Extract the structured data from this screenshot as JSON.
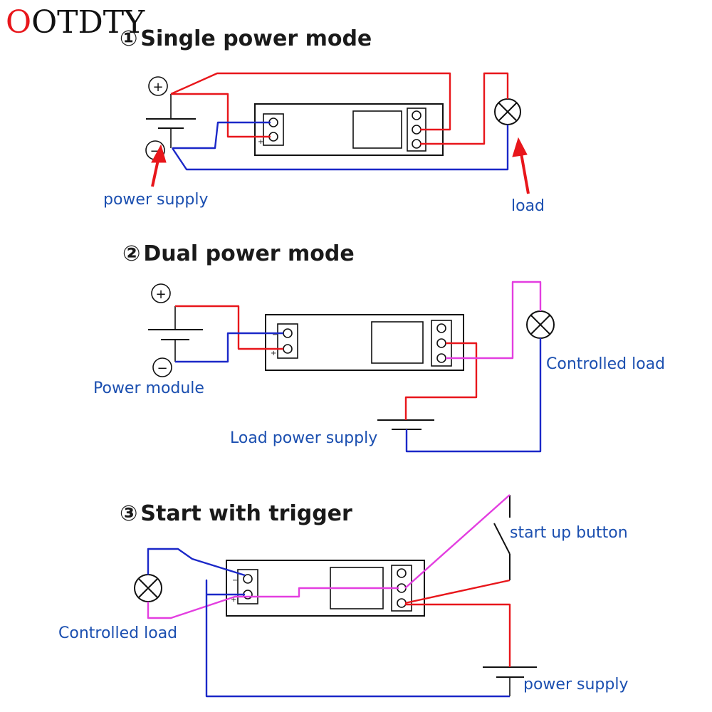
{
  "brand": {
    "first_letter": "O",
    "rest": "OTDTY",
    "first_color": "#e8161b",
    "rest_color": "#111111"
  },
  "sections": [
    {
      "number": "①",
      "title": "Single power mode"
    },
    {
      "number": "②",
      "title": "Dual power mode"
    },
    {
      "number": "③",
      "title": "Start with trigger"
    }
  ],
  "labels": {
    "power_supply_1": "power supply",
    "load_1": "load",
    "power_module": "Power module",
    "controlled_load_2": "Controlled load",
    "load_power_supply": "Load power supply",
    "start_up_button": "start up button",
    "controlled_load_3": "Controlled load",
    "power_supply_3": "power supply"
  },
  "symbols": {
    "plus": "+",
    "minus": "−"
  },
  "colors": {
    "wire_red": "#e8161b",
    "wire_blue": "#1b28c8",
    "wire_pink": "#e33ee0",
    "label_blue": "#1b4fb0"
  }
}
